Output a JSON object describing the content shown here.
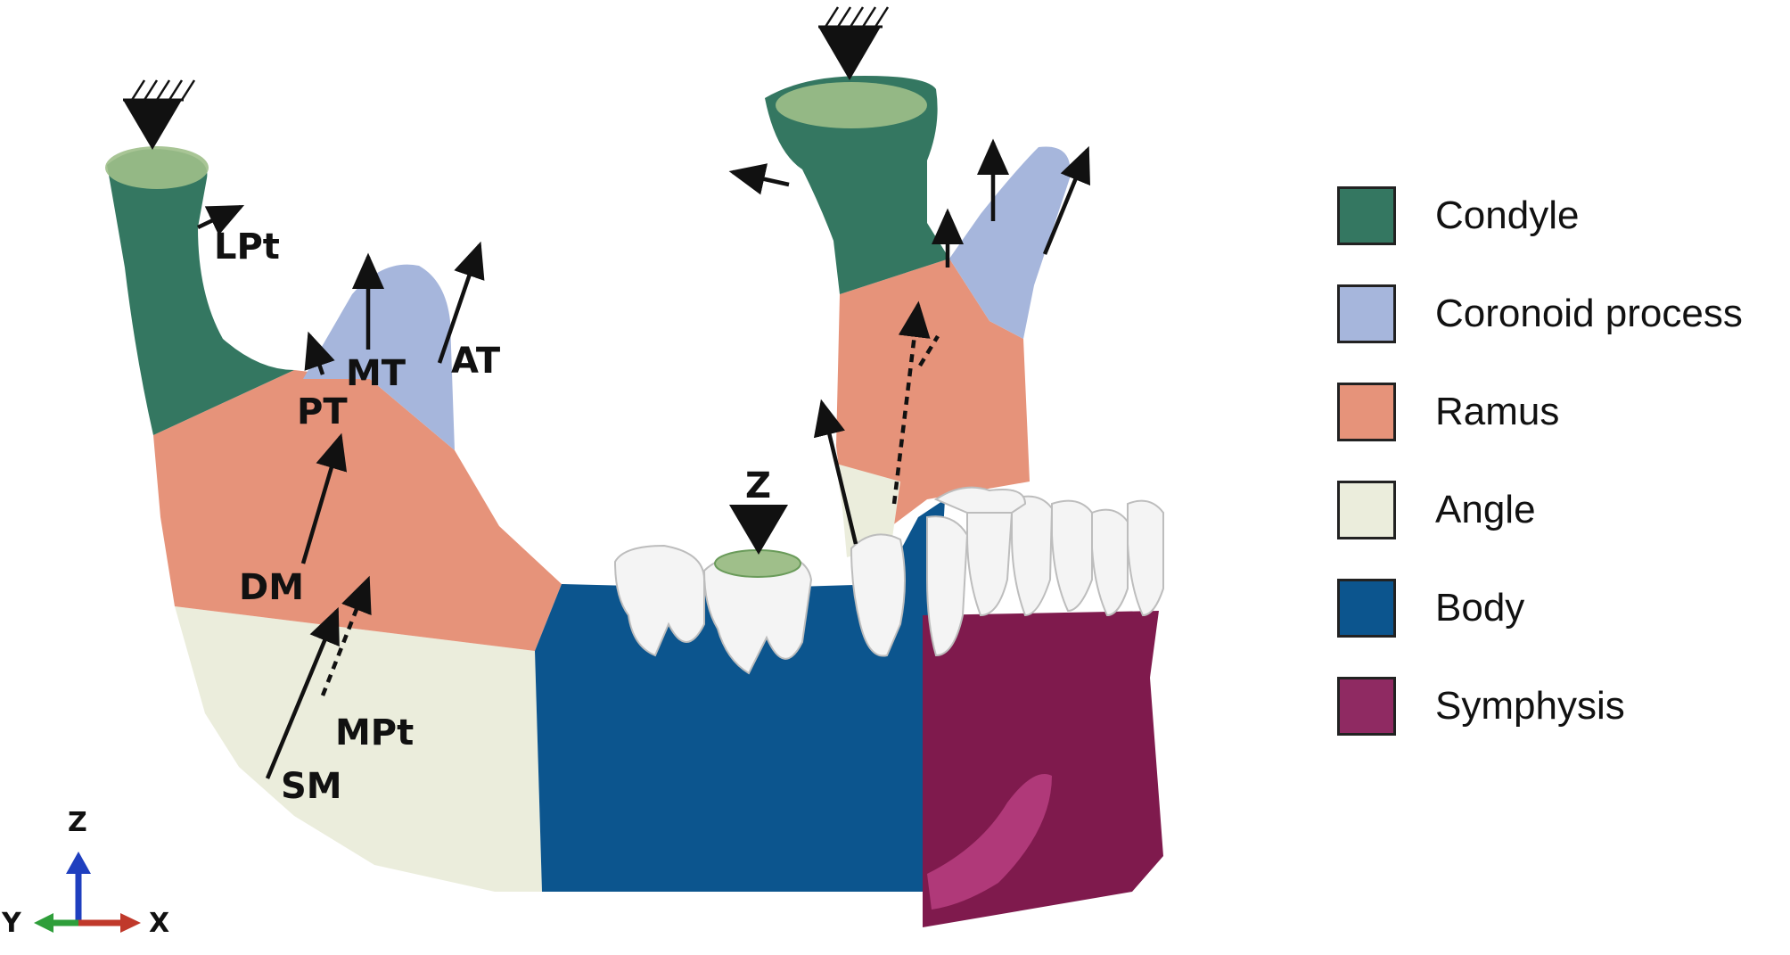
{
  "colors": {
    "condyle": "#347761",
    "coronoid": "#a6b6dc",
    "ramus": "#e6937a",
    "angle": "#ebeddc",
    "body": "#0c558e",
    "symphysis": "#7f1a4d",
    "teeth": "#f4f4f4",
    "constraint": "#9fbf8a"
  },
  "muscle_labels": {
    "lpt": "LPt",
    "mt": "MT",
    "at": "AT",
    "pt": "PT",
    "dm": "DM",
    "mpt": "MPt",
    "sm": "SM",
    "z": "Z"
  },
  "axes": {
    "z": "Z",
    "y": "Y",
    "x": "X"
  },
  "legend": [
    {
      "label": "Condyle",
      "color": "#347761"
    },
    {
      "label": "Coronoid process",
      "color": "#a6b6dc"
    },
    {
      "label": "Ramus",
      "color": "#e6937a"
    },
    {
      "label": "Angle",
      "color": "#ebeddc"
    },
    {
      "label": "Body",
      "color": "#0c558e"
    },
    {
      "label": "Symphysis",
      "color": "#8f2a62"
    }
  ]
}
